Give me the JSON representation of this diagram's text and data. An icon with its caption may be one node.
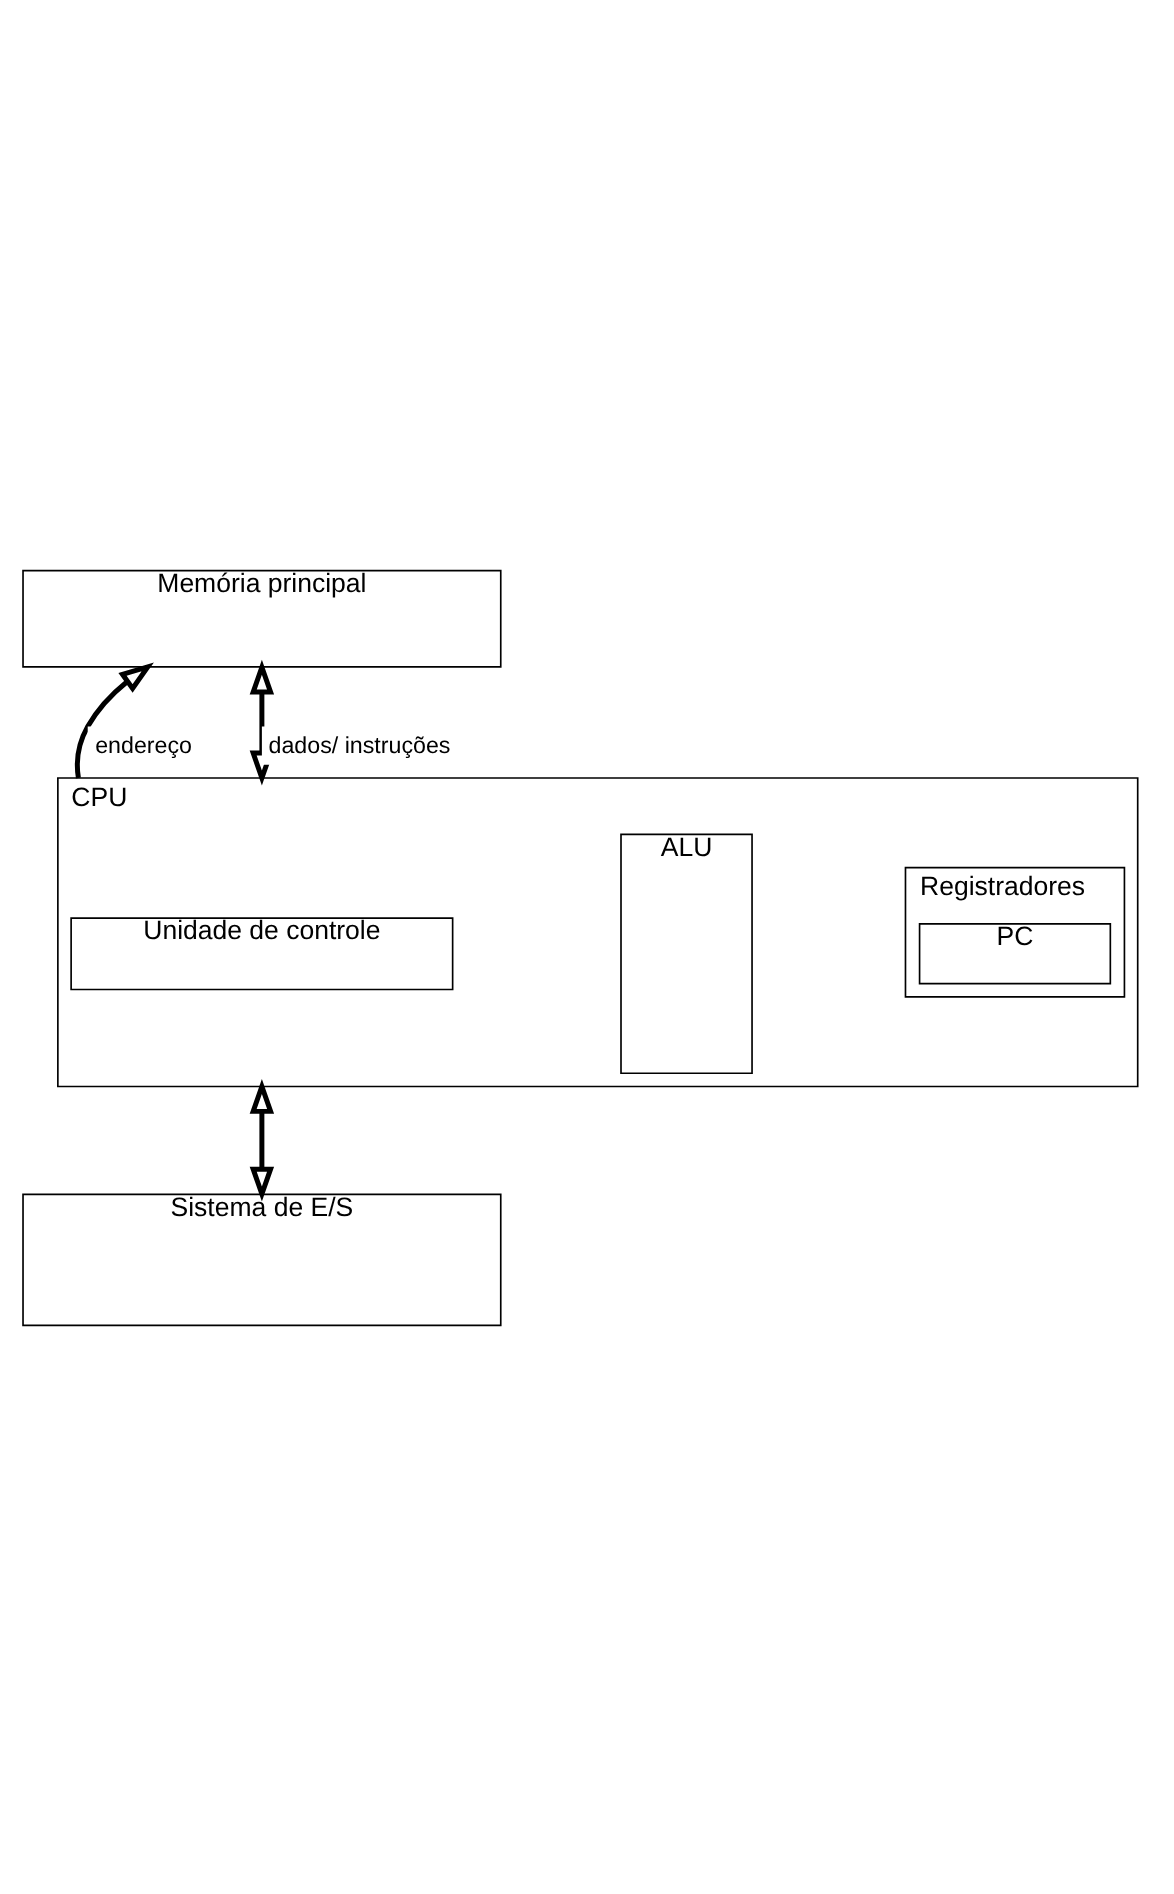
{
  "diagram": {
    "nodes": [
      {
        "text": [
          "Memória principal"
        ]
      },
      {
        "text": [
          "CPU"
        ]
      },
      {
        "text": [
          "Registradores"
        ],
        "in": 1
      },
      {
        "text": [
          "PC"
        ],
        "in": 2
      },
      {
        "text": [
          "ALU"
        ],
        "in": 1
      },
      {
        "text": [
          "Unidade de controle"
        ],
        "in": 1
      },
      {
        "text": [
          "Sistema de E/S"
        ]
      }
    ],
    "edges": [
      {
        "from": 1,
        "to": 0,
        "arrow": "to",
        "label": "endereço"
      },
      {
        "from": 0,
        "to": 1,
        "arrow": "both",
        "label": "dados/ instruções"
      },
      {
        "from": 1,
        "to": 6,
        "arrow": "both"
      }
    ]
  }
}
